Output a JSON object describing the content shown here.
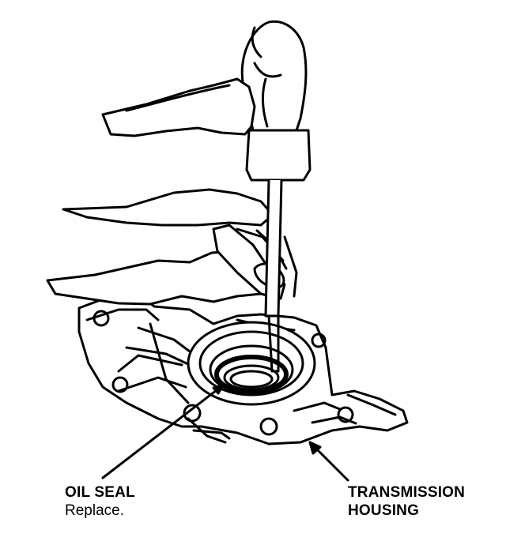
{
  "labels": {
    "oil_seal": {
      "title": "OIL SEAL",
      "note": "Replace."
    },
    "transmission_housing": {
      "line1": "TRANSMISSION",
      "line2": "HOUSING"
    }
  },
  "colors": {
    "ink": "#000000",
    "paper": "#ffffff"
  }
}
